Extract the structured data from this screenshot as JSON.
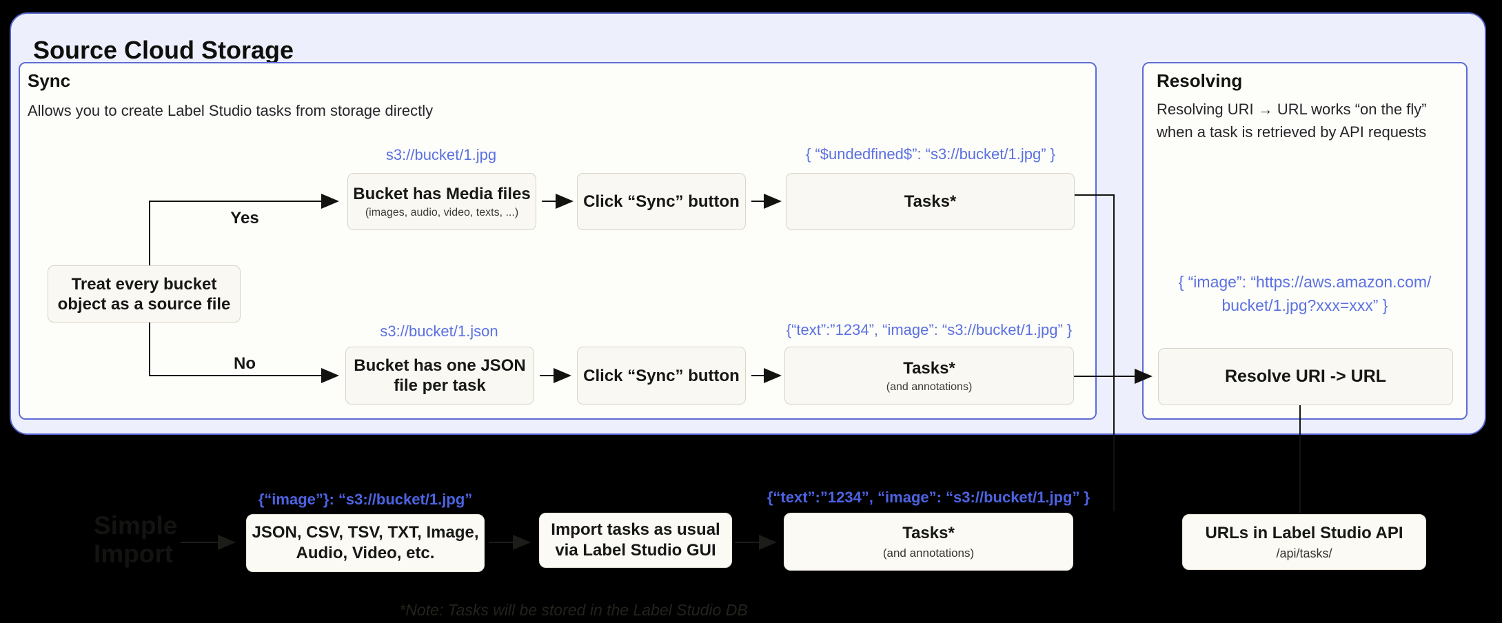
{
  "title": "Source Cloud Storage",
  "colors": {
    "background": "#000000",
    "outer_panel_bg": "#edf0fc",
    "panel_border_blue": "#5c6cd6",
    "node_bg": "#f9f8f3",
    "accent_blue_text": "#5b70e2",
    "wire_black": "#121210"
  },
  "sync_panel": {
    "heading": "Sync",
    "subtitle": "Allows you to create Label Studio tasks from storage directly",
    "decision": {
      "label": "Treat every bucket\nobject as a source file",
      "yes_label": "Yes",
      "no_label": "No"
    },
    "top_row": {
      "uri_label": "s3://bucket/1.jpg",
      "media_box_title": "Bucket has Media files",
      "media_box_subtitle": "(images, audio, video, texts, ...)",
      "sync_button_label": "Click “Sync” button",
      "tasks_json_label": "{ “$undedfined$”: “s3://bucket/1.jpg” }",
      "tasks_box_title": "Tasks*"
    },
    "bottom_row": {
      "uri_label": "s3://bucket/1.json",
      "json_box_title": "Bucket has one JSON\nfile per task",
      "sync_button_label": "Click “Sync” button",
      "tasks_json_label": "{“text”:”1234”, “image”: “s3://bucket/1.jpg” }",
      "tasks_box_title": "Tasks*",
      "tasks_box_subtitle": "(and annotations)"
    }
  },
  "resolving_panel": {
    "heading": "Resolving",
    "subtitle": "Resolving URI → URL works “on the fly”\nwhen a task is retrieved by API requests",
    "resolved_json_label": "{ “image”: “https://aws.amazon.com/\nbucket/1.jpg?xxx=xxx” }",
    "resolve_box_label": "Resolve URI -> URL"
  },
  "bottom_section": {
    "simple_import_label": "Simple\nImport",
    "formats_json_label": "{“image”}: “s3://bucket/1.jpg”",
    "formats_box_label": "JSON, CSV, TSV, TXT, Image,\nAudio, Video, etc.",
    "import_box_label": "Import tasks as usual\nvia Label Studio GUI",
    "tasks_json_label": "{“text”:”1234”, “image”: “s3://bucket/1.jpg” }",
    "tasks_box_title": "Tasks*",
    "tasks_box_subtitle": "(and annotations)",
    "urls_box_title": "URLs in Label Studio API",
    "urls_box_subtitle": "/api/tasks/",
    "note": "*Note: Tasks will be stored in the Label Studio DB"
  }
}
